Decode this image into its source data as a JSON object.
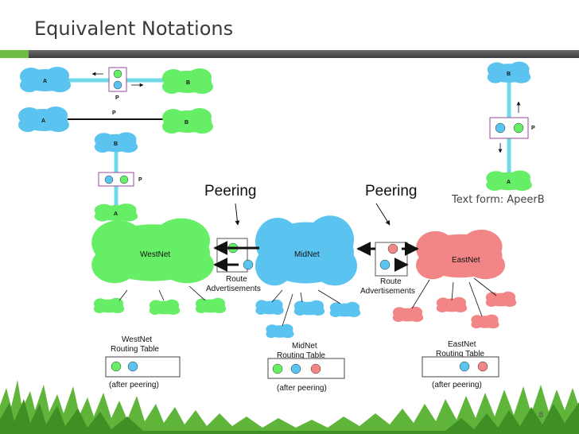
{
  "slide": {
    "title": "Equivalent Notations",
    "text_form": "Text form: ApeerB",
    "page_number": "8"
  },
  "notations": {
    "a": "A",
    "b": "B",
    "p": "P"
  },
  "main": {
    "peering_left": "Peering",
    "peering_right": "Peering",
    "westnet": "WestNet",
    "midnet": "MidNet",
    "eastnet": "EastNet",
    "route_adv_1": "Route",
    "route_adv_2": "Advertisements",
    "west_table_1": "WestNet",
    "west_table_2": "Routing Table",
    "mid_table_1": "MidNet",
    "mid_table_2": "Routing Table",
    "east_table_1": "EastNet",
    "east_table_2": "Routing Table",
    "after_peering": "(after peering)"
  },
  "colors": {
    "blue_cloud": "#5bc3f0",
    "green_cloud": "#66ee66",
    "red_cloud": "#f28585",
    "link_cyan": "#6fd9e8",
    "box_border": "#9b4a9b"
  }
}
